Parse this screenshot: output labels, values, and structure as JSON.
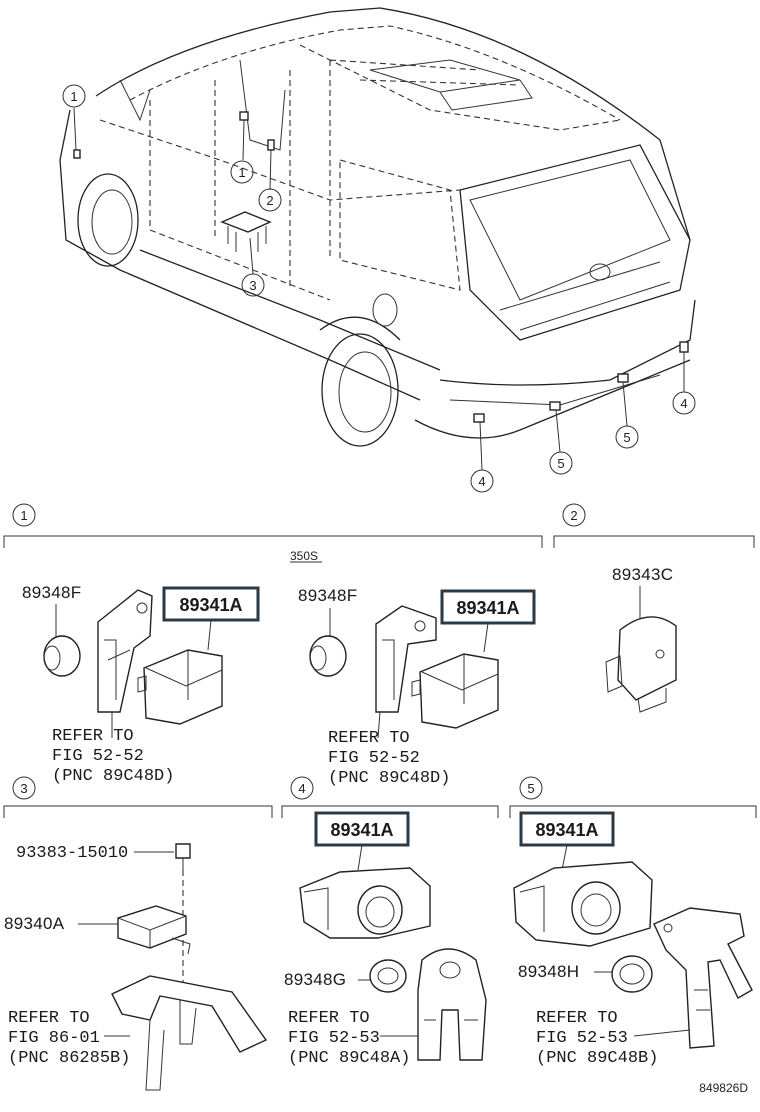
{
  "callouts": {
    "c1": "1",
    "c2": "2",
    "c3": "3",
    "c4": "4",
    "c5": "5"
  },
  "section1": {
    "variant": "350S",
    "left": {
      "bracket_part": "89348F",
      "sensor_part": "89341A",
      "refer": [
        "REFER TO",
        "FIG 52-52",
        "(PNC 89C48D)"
      ]
    },
    "right": {
      "bracket_part": "89348F",
      "sensor_part": "89341A",
      "refer": [
        "REFER TO",
        "FIG 52-52",
        "(PNC 89C48D)"
      ]
    }
  },
  "section2": {
    "part": "89343C"
  },
  "section3": {
    "bolt_part": "93383-15010",
    "ecu_part": "89340A",
    "refer": [
      "REFER TO",
      "FIG 86-01",
      "(PNC 86285B)"
    ]
  },
  "section4": {
    "sensor_part": "89341A",
    "ring_part": "89348G",
    "refer": [
      "REFER TO",
      "FIG 52-53",
      "(PNC 89C48A)"
    ]
  },
  "section5": {
    "sensor_part": "89341A",
    "ring_part": "89348H",
    "refer": [
      "REFER TO",
      "FIG 52-53",
      "(PNC 89C48B)"
    ]
  },
  "diagram_id": "849826D"
}
